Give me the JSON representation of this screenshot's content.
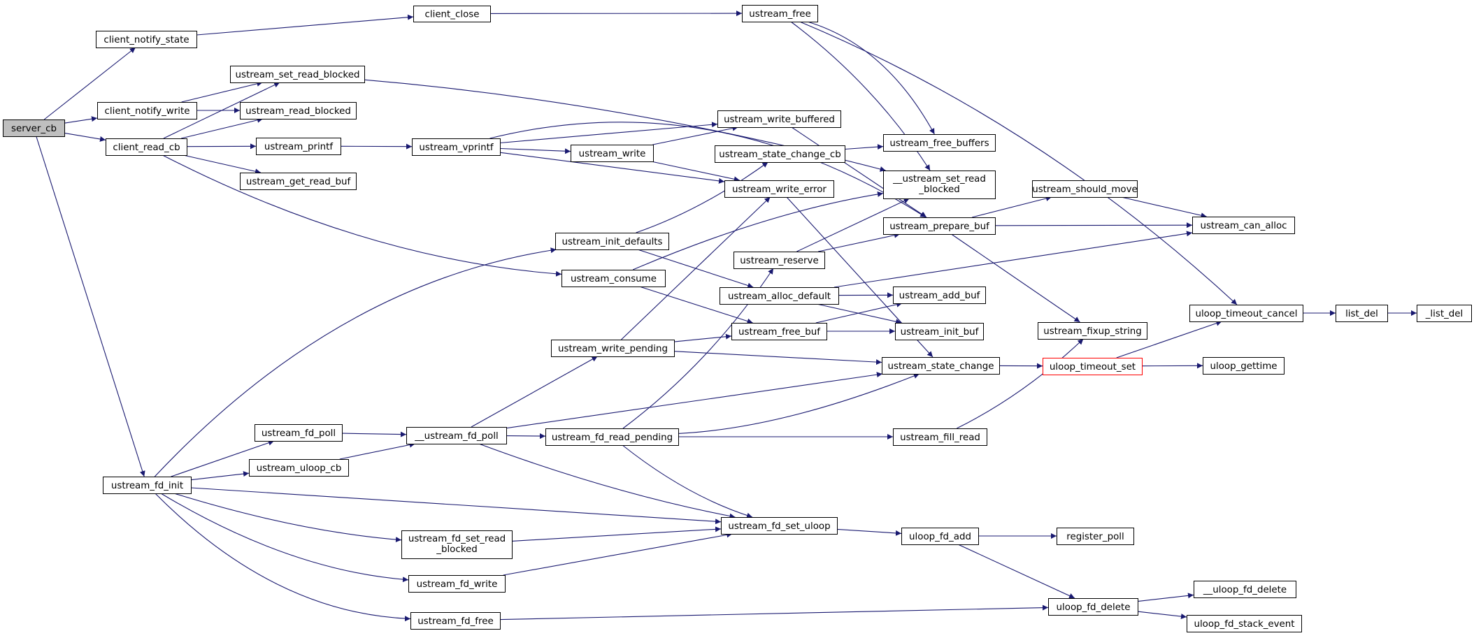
{
  "colors": {
    "edge": "#191970",
    "node_border": "#000000",
    "node_fill": "#ffffff",
    "root_fill": "#bfbfbf",
    "highlight_border": "#ff0000"
  },
  "nodes": {
    "server_cb": "server_cb",
    "client_notify_state": "client_notify_state",
    "client_close": "client_close",
    "ustream_free": "ustream_free",
    "ustream_set_read_blocked": "ustream_set_read_blocked",
    "client_notify_write": "client_notify_write",
    "ustream_read_blocked": "ustream_read_blocked",
    "client_read_cb": "client_read_cb",
    "ustream_printf": "ustream_printf",
    "ustream_vprintf": "ustream_vprintf",
    "ustream_write_buffered": "ustream_write_buffered",
    "ustream_free_buffers": "ustream_free_buffers",
    "ustream_get_read_buf": "ustream_get_read_buf",
    "ustream_write": "ustream_write",
    "ustream_state_change_cb": "ustream_state_change_cb",
    "__ustream_set_read_blocked": [
      "__ustream_set_read",
      "_blocked"
    ],
    "ustream_write_error": "ustream_write_error",
    "ustream_should_move": "ustream_should_move",
    "ustream_prepare_buf": "ustream_prepare_buf",
    "ustream_can_alloc": "ustream_can_alloc",
    "ustream_init_defaults": "ustream_init_defaults",
    "ustream_reserve": "ustream_reserve",
    "ustream_consume": "ustream_consume",
    "ustream_alloc_default": "ustream_alloc_default",
    "ustream_add_buf": "ustream_add_buf",
    "uloop_timeout_cancel": "uloop_timeout_cancel",
    "list_del": "list_del",
    "_list_del": "_list_del",
    "ustream_free_buf": "ustream_free_buf",
    "ustream_init_buf": "ustream_init_buf",
    "ustream_fixup_string": "ustream_fixup_string",
    "ustream_write_pending": "ustream_write_pending",
    "ustream_state_change": "ustream_state_change",
    "uloop_timeout_set": "uloop_timeout_set",
    "uloop_gettime": "uloop_gettime",
    "ustream_fd_poll": "ustream_fd_poll",
    "__ustream_fd_poll": "__ustream_fd_poll",
    "ustream_fd_read_pending": "ustream_fd_read_pending",
    "ustream_fill_read": "ustream_fill_read",
    "ustream_uloop_cb": "ustream_uloop_cb",
    "ustream_fd_init": "ustream_fd_init",
    "ustream_fd_set_uloop": "ustream_fd_set_uloop",
    "ustream_fd_set_read_blocked": [
      "ustream_fd_set_read",
      "_blocked"
    ],
    "uloop_fd_add": "uloop_fd_add",
    "register_poll": "register_poll",
    "ustream_fd_write": "ustream_fd_write",
    "__uloop_fd_delete": "__uloop_fd_delete",
    "ustream_fd_free": "ustream_fd_free",
    "uloop_fd_delete": "uloop_fd_delete",
    "uloop_fd_stack_event": "uloop_fd_stack_event"
  },
  "edges": [
    [
      "server_cb",
      "client_notify_state"
    ],
    [
      "server_cb",
      "client_notify_write"
    ],
    [
      "server_cb",
      "client_read_cb"
    ],
    [
      "server_cb",
      "ustream_fd_init"
    ],
    [
      "client_notify_state",
      "client_close"
    ],
    [
      "client_close",
      "ustream_free"
    ],
    [
      "ustream_free",
      "ustream_free_buffers"
    ],
    [
      "ustream_free",
      "__ustream_set_read_blocked"
    ],
    [
      "ustream_free",
      "uloop_timeout_cancel"
    ],
    [
      "ustream_set_read_blocked",
      "__ustream_set_read_blocked"
    ],
    [
      "client_notify_write",
      "ustream_set_read_blocked"
    ],
    [
      "client_notify_write",
      "ustream_read_blocked"
    ],
    [
      "client_read_cb",
      "ustream_set_read_blocked"
    ],
    [
      "client_read_cb",
      "ustream_read_blocked"
    ],
    [
      "client_read_cb",
      "ustream_printf"
    ],
    [
      "client_read_cb",
      "ustream_get_read_buf"
    ],
    [
      "client_read_cb",
      "ustream_consume"
    ],
    [
      "ustream_printf",
      "ustream_vprintf"
    ],
    [
      "ustream_vprintf",
      "ustream_write_buffered"
    ],
    [
      "ustream_vprintf",
      "ustream_write"
    ],
    [
      "ustream_vprintf",
      "ustream_write_error"
    ],
    [
      "ustream_vprintf",
      "ustream_prepare_buf"
    ],
    [
      "ustream_write",
      "ustream_write_buffered"
    ],
    [
      "ustream_write",
      "ustream_write_error"
    ],
    [
      "ustream_write_buffered",
      "ustream_prepare_buf"
    ],
    [
      "ustream_state_change_cb",
      "ustream_free_buffers"
    ],
    [
      "ustream_write_error",
      "ustream_state_change"
    ],
    [
      "ustream_prepare_buf",
      "ustream_should_move"
    ],
    [
      "ustream_prepare_buf",
      "ustream_can_alloc"
    ],
    [
      "ustream_prepare_buf",
      "ustream_fixup_string"
    ],
    [
      "ustream_should_move",
      "ustream_can_alloc"
    ],
    [
      "ustream_init_defaults",
      "ustream_state_change_cb"
    ],
    [
      "ustream_init_defaults",
      "ustream_alloc_default"
    ],
    [
      "ustream_consume",
      "__ustream_set_read_blocked"
    ],
    [
      "ustream_consume",
      "ustream_free_buf"
    ],
    [
      "ustream_reserve",
      "__ustream_set_read_blocked"
    ],
    [
      "ustream_reserve",
      "ustream_prepare_buf"
    ],
    [
      "ustream_alloc_default",
      "ustream_add_buf"
    ],
    [
      "ustream_alloc_default",
      "ustream_init_buf"
    ],
    [
      "ustream_alloc_default",
      "ustream_can_alloc"
    ],
    [
      "ustream_free_buf",
      "ustream_add_buf"
    ],
    [
      "ustream_free_buf",
      "ustream_init_buf"
    ],
    [
      "uloop_timeout_cancel",
      "list_del"
    ],
    [
      "list_del",
      "_list_del"
    ],
    [
      "ustream_write_pending",
      "ustream_write_error"
    ],
    [
      "ustream_write_pending",
      "ustream_free_buf"
    ],
    [
      "ustream_write_pending",
      "ustream_state_change"
    ],
    [
      "ustream_state_change",
      "uloop_timeout_set"
    ],
    [
      "uloop_timeout_set",
      "uloop_timeout_cancel"
    ],
    [
      "uloop_timeout_set",
      "uloop_gettime"
    ],
    [
      "ustream_fill_read",
      "ustream_fixup_string"
    ],
    [
      "ustream_fd_init",
      "ustream_init_defaults"
    ],
    [
      "ustream_fd_init",
      "ustream_fd_poll"
    ],
    [
      "ustream_fd_init",
      "ustream_uloop_cb"
    ],
    [
      "ustream_fd_init",
      "ustream_fd_set_uloop"
    ],
    [
      "ustream_fd_init",
      "ustream_fd_set_read_blocked"
    ],
    [
      "ustream_fd_init",
      "ustream_fd_write"
    ],
    [
      "ustream_fd_init",
      "ustream_fd_free"
    ],
    [
      "ustream_fd_poll",
      "__ustream_fd_poll"
    ],
    [
      "ustream_uloop_cb",
      "__ustream_fd_poll"
    ],
    [
      "__ustream_fd_poll",
      "ustream_write_pending"
    ],
    [
      "__ustream_fd_poll",
      "ustream_fd_read_pending"
    ],
    [
      "__ustream_fd_poll",
      "ustream_state_change"
    ],
    [
      "__ustream_fd_poll",
      "ustream_fd_set_uloop"
    ],
    [
      "ustream_fd_read_pending",
      "ustream_reserve"
    ],
    [
      "ustream_fd_read_pending",
      "ustream_state_change"
    ],
    [
      "ustream_fd_read_pending",
      "ustream_fill_read"
    ],
    [
      "ustream_fd_read_pending",
      "ustream_fd_set_uloop"
    ],
    [
      "ustream_fd_set_read_blocked",
      "ustream_fd_set_uloop"
    ],
    [
      "ustream_fd_write",
      "ustream_fd_set_uloop"
    ],
    [
      "ustream_fd_set_uloop",
      "uloop_fd_add"
    ],
    [
      "uloop_fd_add",
      "register_poll"
    ],
    [
      "uloop_fd_add",
      "uloop_fd_delete"
    ],
    [
      "ustream_fd_free",
      "uloop_fd_delete"
    ],
    [
      "uloop_fd_delete",
      "__uloop_fd_delete"
    ],
    [
      "uloop_fd_delete",
      "uloop_fd_stack_event"
    ]
  ]
}
